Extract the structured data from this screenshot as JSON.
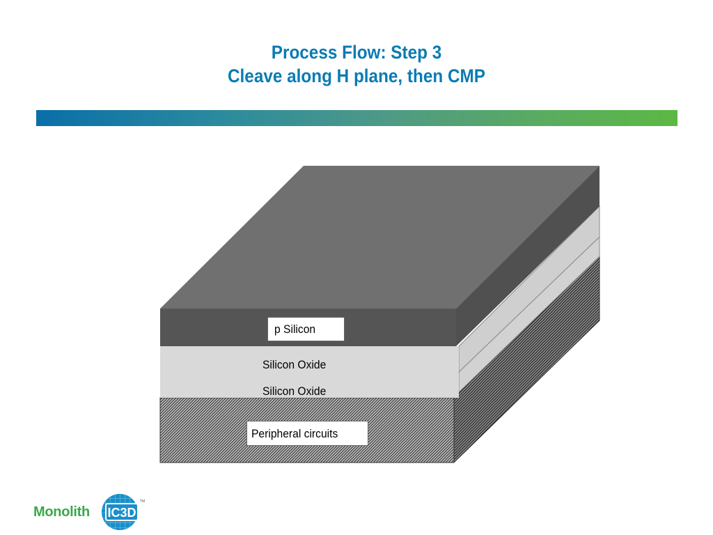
{
  "title": {
    "line1": "Process Flow: Step 3",
    "line2": "Cleave along H plane, then CMP"
  },
  "layers": [
    {
      "name": "p Silicon",
      "color": "#555555"
    },
    {
      "name": "Silicon Oxide",
      "color": "#d9d9d9"
    },
    {
      "name": "Silicon Oxide",
      "color": "#d9d9d9"
    },
    {
      "name": "Peripheral circuits",
      "color": "#9a9a9a"
    }
  ],
  "logo": {
    "word": "Monolith",
    "mark": "IC3D",
    "trademark": "TM",
    "colors": {
      "word": "#3aa84a",
      "mark": "#1a8fc9"
    }
  },
  "colors": {
    "title": "#0a7bb3",
    "band_start": "#0a6fa8",
    "band_end": "#5cb843"
  }
}
